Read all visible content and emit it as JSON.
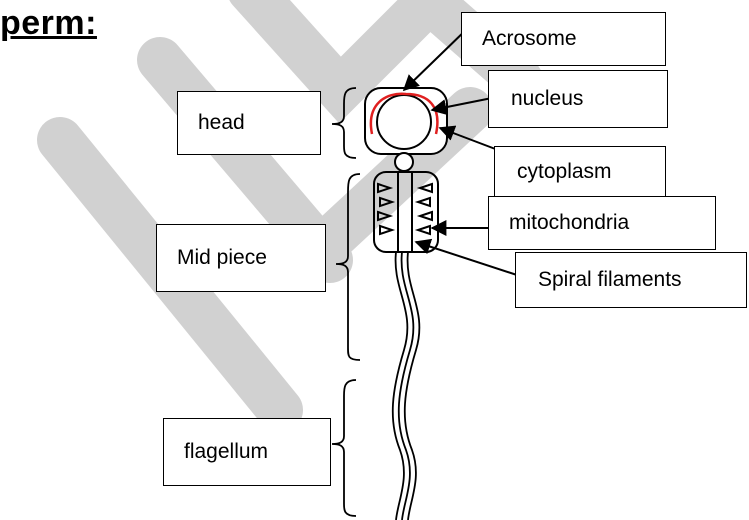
{
  "title": "perm:",
  "watermark": {
    "text": "NAI",
    "color": "#c9c9c9"
  },
  "colors": {
    "acrosome": "#e02020",
    "ink": "#000000"
  },
  "labels": {
    "acrosome": "Acrosome",
    "nucleus": "nucleus",
    "cytoplasm": "cytoplasm",
    "mitochondria": "mitochondria",
    "spiral_filaments": "Spiral filaments",
    "head": "head",
    "mid_piece": "Mid piece",
    "flagellum": "flagellum"
  }
}
